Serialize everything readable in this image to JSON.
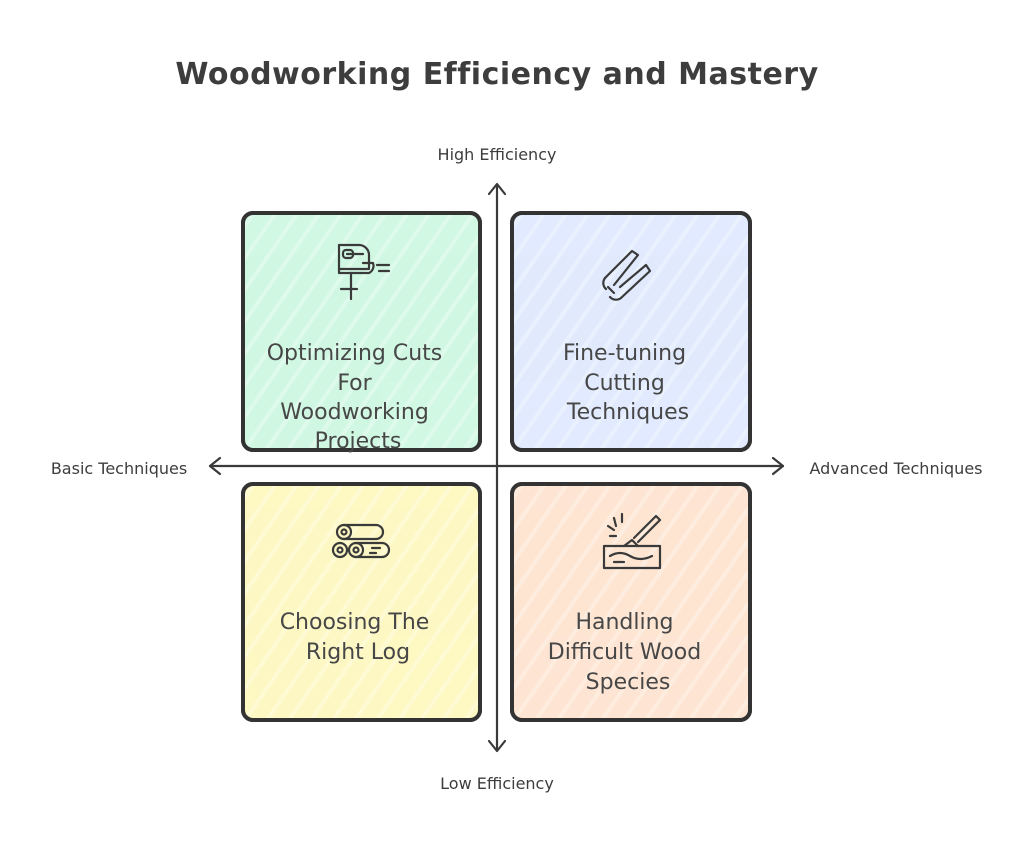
{
  "title": "Woodworking Efficiency and Mastery",
  "axes": {
    "top": "High Efficiency",
    "bottom": "Low Efficiency",
    "left": "Basic Techniques",
    "right": "Advanced Techniques"
  },
  "quadrants": {
    "top_left": {
      "lines": [
        "Optimizing Cuts",
        "For",
        "Woodworking",
        "Projects"
      ],
      "icon": "jigsaw-icon",
      "color": "#c6f6dc"
    },
    "top_right": {
      "lines": [
        "Fine-tuning",
        "Cutting",
        "Techniques"
      ],
      "icon": "shears-icon",
      "color": "#dbe6fd"
    },
    "bottom_left": {
      "lines": [
        "Choosing The",
        "Right Log"
      ],
      "icon": "logs-icon",
      "color": "#fdf6b6"
    },
    "bottom_right": {
      "lines": [
        "Handling",
        "Difficult Wood",
        "Species"
      ],
      "icon": "wood-carving-icon",
      "color": "#fde0c9"
    }
  }
}
